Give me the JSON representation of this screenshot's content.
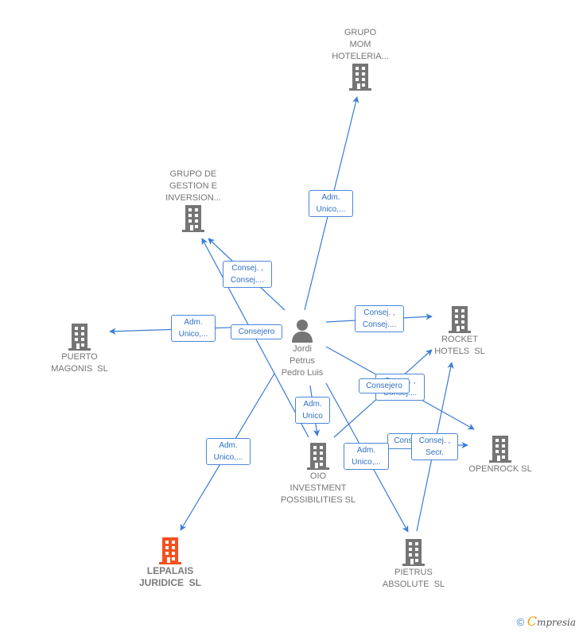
{
  "colors": {
    "edge": "#3a7bd5",
    "node": "#757575",
    "highlight": "#f4511e"
  },
  "center": {
    "name": "Jordi\nPetrus\nPedro Luis",
    "icon": "person-icon"
  },
  "nodes": [
    {
      "id": "grupo_mom",
      "label": "GRUPO\nMOM\nHOTELERIA...",
      "icon": "building-icon",
      "highlight": false
    },
    {
      "id": "grupo_gestion",
      "label": "GRUPO DE\nGESTION E\nINVERSION...",
      "icon": "building-icon",
      "highlight": false
    },
    {
      "id": "puerto_magonis",
      "label": "PUERTO\nMAGONIS  SL",
      "icon": "building-icon",
      "highlight": false
    },
    {
      "id": "rocket_hotels",
      "label": "ROCKET\nHOTELS  SL",
      "icon": "building-icon",
      "highlight": false
    },
    {
      "id": "openrock",
      "label": "OPENROCK SL",
      "icon": "building-icon",
      "highlight": false
    },
    {
      "id": "oio",
      "label": "OIO\nINVESTMENT\nPOSSIBILITIES SL",
      "icon": "building-icon",
      "highlight": false
    },
    {
      "id": "lepalais",
      "label": "LEPALAIS\nJURIDICE  SL",
      "icon": "building-icon",
      "highlight": true
    },
    {
      "id": "pietrus",
      "label": "PIETRUS\nABSOLUTE  SL",
      "icon": "building-icon",
      "highlight": false
    }
  ],
  "edge_labels": [
    {
      "to": "grupo_mom",
      "text": "Adm.\nUnico,..."
    },
    {
      "to": "grupo_gestion",
      "text": "Consej. ,\nConsej...."
    },
    {
      "to": "puerto_magonis",
      "text": "Adm.\nUnico,..."
    },
    {
      "to": "grupo_gestion",
      "text": "Consejero"
    },
    {
      "to": "rocket_hotels",
      "text": "Consej. ,\nConsej...."
    },
    {
      "to": "openrock",
      "text": "Consej. ,\nConsej...."
    },
    {
      "to": "rocket_hotels",
      "text": "Consejero"
    },
    {
      "to": "oio",
      "text": "Adm.\nUnico"
    },
    {
      "to": "lepalais",
      "text": "Adm.\nUnico,..."
    },
    {
      "to": "pietrus",
      "text": "Adm.\nUnico,..."
    },
    {
      "to": "openrock",
      "text": "Consejero"
    },
    {
      "to": "rocket_hotels",
      "text": "Consej. ,\nSecr."
    }
  ],
  "footer": {
    "copyright": "©",
    "brand_initial": "C",
    "brand_rest": "mpresia"
  }
}
